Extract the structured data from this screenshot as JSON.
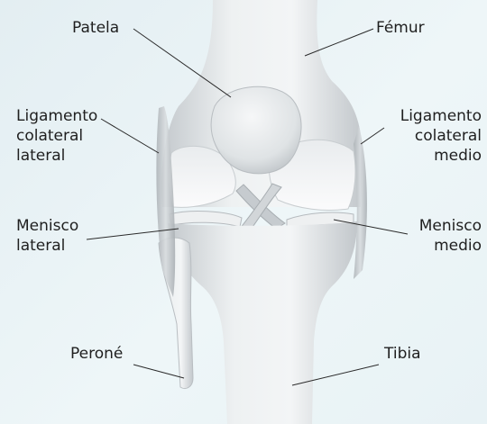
{
  "labels": {
    "patela": "Patela",
    "femur": "Fémur",
    "lig_lateral_1": "Ligamento",
    "lig_lateral_2": "colateral",
    "lig_lateral_3": "lateral",
    "lig_medio_1": "Ligamento",
    "lig_medio_2": "colateral",
    "lig_medio_3": "medio",
    "menisco_lateral_1": "Menisco",
    "menisco_lateral_2": "lateral",
    "menisco_medio_1": "Menisco",
    "menisco_medio_2": "medio",
    "perone": "Peroné",
    "tibia": "Tibia"
  },
  "colors": {
    "background": "#e7f1f4",
    "bone_light": "#f4f6f7",
    "bone_mid": "#d9dde0",
    "bone_shadow": "#b9bec2",
    "leader_line": "#2a2a2a"
  }
}
